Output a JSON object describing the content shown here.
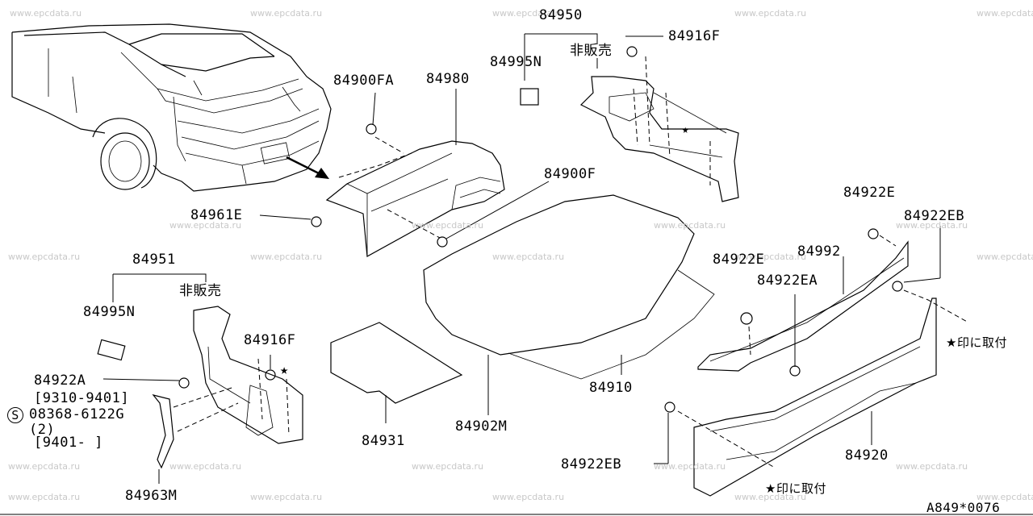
{
  "watermark": "www.epcdata.ru",
  "parts": {
    "p84950": "84950",
    "p84916F_top": "84916F",
    "p84995N_top": "84995N",
    "not_sold_top": "非販売",
    "p84900FA": "84900FA",
    "p84980": "84980",
    "p84900F": "84900F",
    "p84961E": "84961E",
    "p84922E_top": "84922E",
    "p84922EB_top": "84922EB",
    "p84951": "84951",
    "not_sold_left": "非販売",
    "p84995N_left": "84995N",
    "p84916F_left": "84916F",
    "p84922A": "84922A",
    "range1": "[9310-9401]",
    "screw_symbol": "S",
    "p08368": "08368-6122G",
    "qty2": "(2)",
    "range2": "[9401-     ]",
    "p84963M": "84963M",
    "p84931": "84931",
    "p84902M": "84902M",
    "p84910": "84910",
    "p84922E_mid": "84922E",
    "p84992": "84992",
    "p84922EA": "84922EA",
    "star_note_right": "★印に取付",
    "p84922EB_bottom": "84922EB",
    "p84920": "84920",
    "star_note_bottom": "★印に取付",
    "star_mark": "★",
    "figure_code": "A849*0076"
  }
}
